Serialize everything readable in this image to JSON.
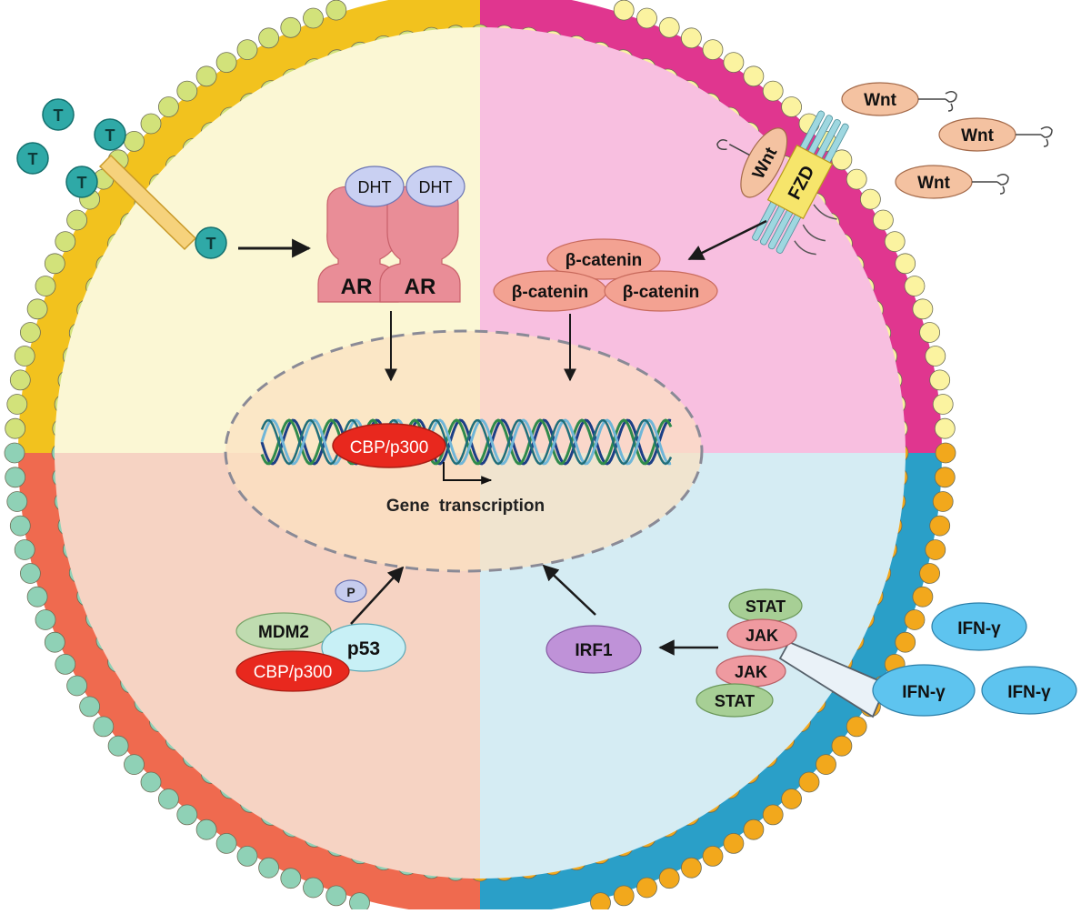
{
  "labels": {
    "testosterone": "T",
    "dht": "DHT",
    "ar": "AR",
    "wnt": "Wnt",
    "fzd": "FZD",
    "beta_catenin": "β-catenin",
    "cbp_p300": "CBP/p300",
    "gene_transcription": "Gene  transcription",
    "phospho": "P",
    "mdm2": "MDM2",
    "p53": "p53",
    "irf1": "IRF1",
    "stat": "STAT",
    "jak": "JAK",
    "ifn_gamma": "IFN-γ"
  },
  "colors": {
    "q_top_left": "#fbf7d4",
    "q_top_right": "#f8bfe0",
    "q_bottom_left": "#f6d3c3",
    "q_bottom_right": "#d5ecf3",
    "band_top_left": "#f2c21e",
    "band_top_right": "#e0368f",
    "band_bottom_left": "#ef6a4f",
    "band_bottom_right": "#2a9fc8",
    "head_top_left": "#d2e27a",
    "head_top_right": "#fbf3a0",
    "head_bottom_left": "#8fd1b6",
    "head_bottom_right": "#f2a81c",
    "nucleus_fill": "#fbe1c1",
    "t_teal": "#2fa9a7",
    "dht_blue": "#c9d0f2",
    "ar_pink": "#e98d97",
    "wnt_fill": "#f4c2a1",
    "fzd_fill": "#f6e56b",
    "beta_fill": "#f3a292",
    "cbp_red": "#e8281e",
    "mdm2_green": "#bfdcb0",
    "p53_cyan": "#c8f0f6",
    "irf1_purple": "#bf92d8",
    "stat_green": "#a7cf95",
    "jak_pink": "#ef9aa0",
    "ifn_blue": "#5ec4ef"
  }
}
